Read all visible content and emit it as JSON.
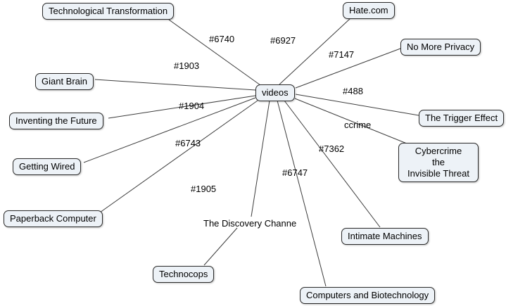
{
  "nodes": {
    "videos": "videos",
    "technological_transformation": "Technological Transformation",
    "hate_com": "Hate.com",
    "no_more_privacy": "No More Privacy",
    "giant_brain": "Giant Brain",
    "trigger_effect": "The Trigger Effect",
    "inventing_the_future": "Inventing the Future",
    "cybercrime": "Cybercrime\nthe\nInvisible Threat",
    "getting_wired": "Getting Wired",
    "paperback_computer": "Paperback Computer",
    "intimate_machines": "Intimate Machines",
    "technocops": "Technocops",
    "computers_and_biotechnology": "Computers and Biotechnology",
    "discovery_channel": "The Discovery Channe"
  },
  "edge_labels": {
    "e6740": "#6740",
    "e6927": "#6927",
    "e7147": "#7147",
    "e1903": "#1903",
    "e488": "#488",
    "e1904": "#1904",
    "ccrime": "ccrime",
    "e6743": "#6743",
    "e7362": "#7362",
    "e6747": "#6747",
    "e1905": "#1905"
  },
  "edges": [
    {
      "from": "videos",
      "to": "Technological Transformation",
      "label": "#6740"
    },
    {
      "from": "videos",
      "to": "Hate.com",
      "label": "#6927"
    },
    {
      "from": "videos",
      "to": "No More Privacy",
      "label": "#7147"
    },
    {
      "from": "videos",
      "to": "Giant Brain",
      "label": "#1903"
    },
    {
      "from": "videos",
      "to": "The Trigger Effect",
      "label": "#488"
    },
    {
      "from": "videos",
      "to": "Inventing the Future",
      "label": "#1904"
    },
    {
      "from": "videos",
      "to": "Cybercrime the Invisible Threat",
      "label": "ccrime"
    },
    {
      "from": "videos",
      "to": "Getting Wired",
      "label": "#6743"
    },
    {
      "from": "videos",
      "to": "Paperback Computer",
      "label": "#1905"
    },
    {
      "from": "videos",
      "to": "Intimate Machines",
      "label": "#7362"
    },
    {
      "from": "videos",
      "to": "Computers and Biotechnology",
      "label": "#6747"
    },
    {
      "from": "videos",
      "to": "The Discovery Channe",
      "label": ""
    },
    {
      "from": "The Discovery Channe",
      "to": "Technocops",
      "label": ""
    }
  ],
  "colors": {
    "node_fill": "#edf2f7",
    "node_border": "#2a2a2a",
    "edge_line": "#3c3c3c",
    "background": "#ffffff"
  }
}
